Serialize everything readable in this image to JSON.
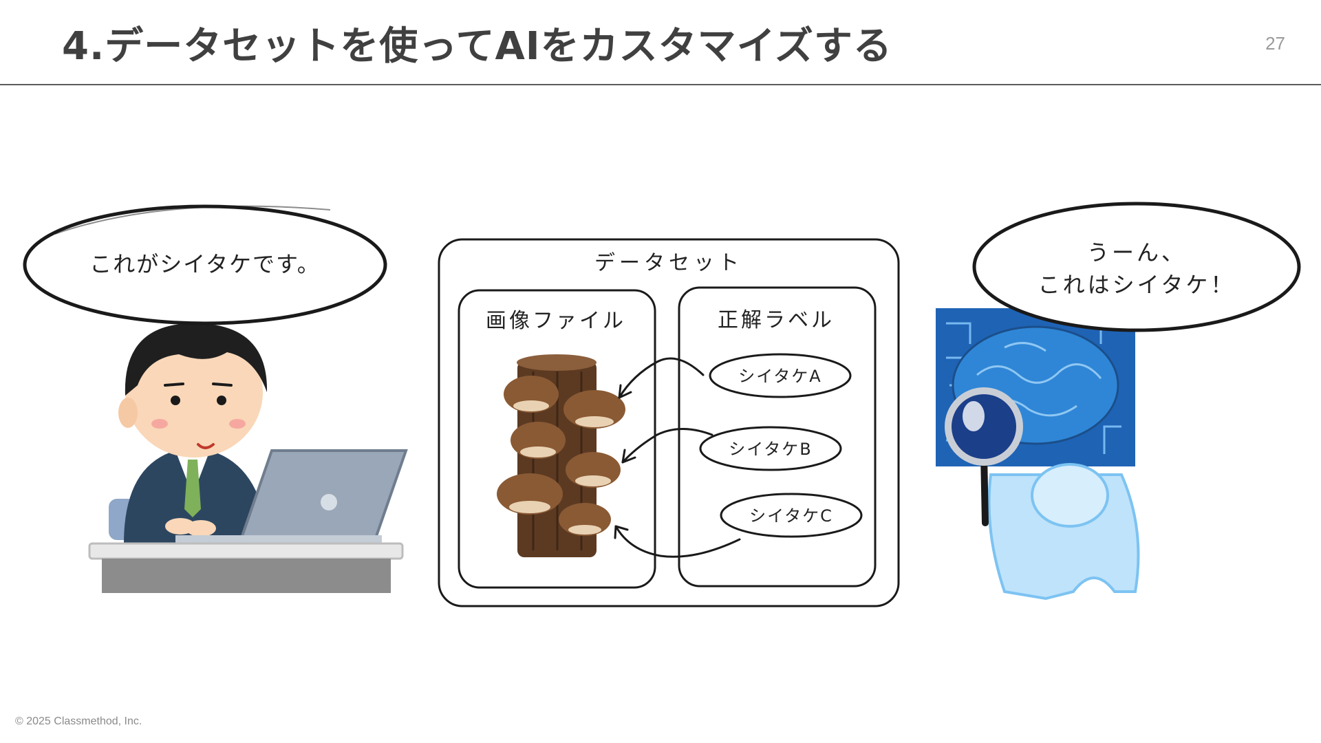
{
  "slide": {
    "title": "4.データセットを使ってAIをカスタマイズする",
    "page_number": "27",
    "copyright": "© 2025 Classmethod, Inc."
  },
  "left_panel": {
    "speech": "これがシイタケです。"
  },
  "dataset": {
    "title": "データセット",
    "image_files_title": "画像ファイル",
    "labels_title": "正解ラベル",
    "labels": [
      "シイタケA",
      "シイタケB",
      "シイタケC"
    ]
  },
  "right_panel": {
    "speech_line1": "うーん、",
    "speech_line2": "これはシイタケ！"
  },
  "colors": {
    "title_text": "#404040",
    "rule": "#5b5b5b",
    "suit": "#2d4660",
    "tie": "#7fb15a",
    "laptop": "#9aa7b8",
    "mushroom_cap": "#8a5a34",
    "log": "#5c3a22",
    "brain": "#2f86d6",
    "robot": "#bfe3fb"
  }
}
